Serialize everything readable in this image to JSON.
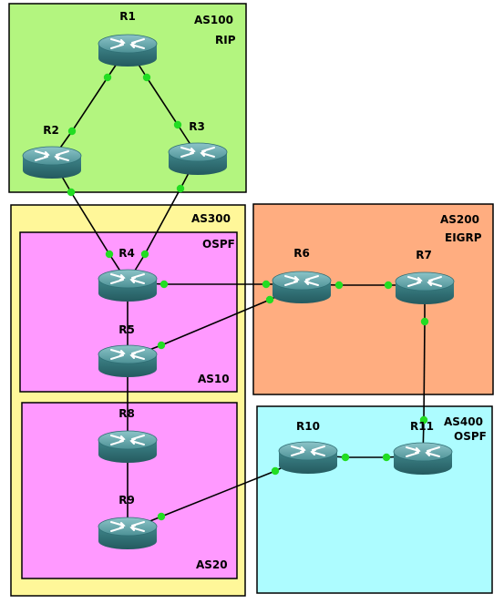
{
  "zones": [
    {
      "id": "as100",
      "title": "AS100",
      "subtitle": "RIP",
      "fill": "#b3f57f"
    },
    {
      "id": "as300",
      "title": "AS300",
      "subtitle": "",
      "fill": "#fff799"
    },
    {
      "id": "as10",
      "title": "AS10",
      "subtitle": "OSPF",
      "fill": "#ff99ff"
    },
    {
      "id": "as20",
      "title": "AS20",
      "subtitle": "",
      "fill": "#ff99ff"
    },
    {
      "id": "as200",
      "title": "AS200",
      "subtitle": "EIGRP",
      "fill": "#ffad80"
    },
    {
      "id": "as400",
      "title": "AS400",
      "subtitle": "OSPF",
      "fill": "#adfcff"
    }
  ],
  "routers": [
    {
      "id": "r1",
      "label": "R1"
    },
    {
      "id": "r2",
      "label": "R2"
    },
    {
      "id": "r3",
      "label": "R3"
    },
    {
      "id": "r4",
      "label": "R4"
    },
    {
      "id": "r5",
      "label": "R5"
    },
    {
      "id": "r6",
      "label": "R6"
    },
    {
      "id": "r7",
      "label": "R7"
    },
    {
      "id": "r8",
      "label": "R8"
    },
    {
      "id": "r9",
      "label": "R9"
    },
    {
      "id": "r10",
      "label": "R10"
    },
    {
      "id": "r11",
      "label": "R11"
    }
  ],
  "links": [
    [
      "r1",
      "r2"
    ],
    [
      "r1",
      "r3"
    ],
    [
      "r2",
      "r4"
    ],
    [
      "r3",
      "r4"
    ],
    [
      "r4",
      "r5"
    ],
    [
      "r4",
      "r6"
    ],
    [
      "r5",
      "r6"
    ],
    [
      "r6",
      "r7"
    ],
    [
      "r7",
      "r11"
    ],
    [
      "r5",
      "r8"
    ],
    [
      "r8",
      "r9"
    ],
    [
      "r9",
      "r10"
    ],
    [
      "r10",
      "r11"
    ]
  ],
  "colors": {
    "link": "#000000",
    "port": "#22dd22",
    "router_top": "#5fa3a8",
    "router_side": "#2f6f75"
  }
}
